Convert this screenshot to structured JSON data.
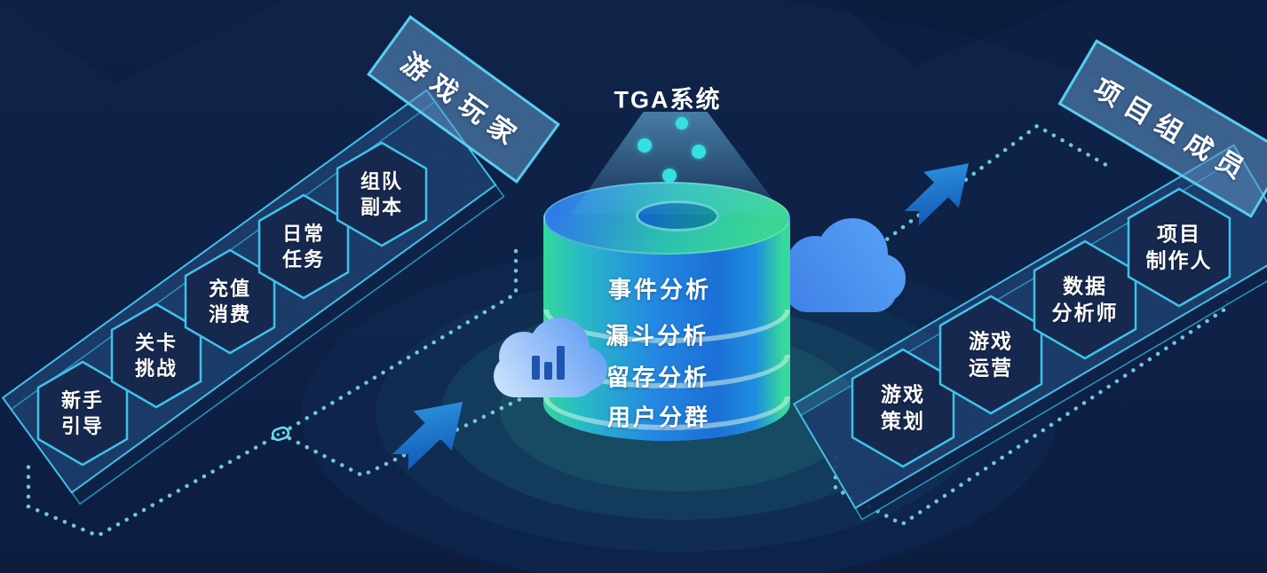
{
  "title": "TGA系统",
  "left_group": {
    "banner": "游戏玩家",
    "items": [
      {
        "label": "新手\n引导"
      },
      {
        "label": "关卡\n挑战"
      },
      {
        "label": "充值\n消费"
      },
      {
        "label": "日常\n任务"
      },
      {
        "label": "组队\n副本"
      }
    ]
  },
  "right_group": {
    "banner": "项目组成员",
    "items": [
      {
        "label": "游戏\n策划"
      },
      {
        "label": "游戏\n运营"
      },
      {
        "label": "数据\n分析师"
      },
      {
        "label": "项目\n制作人"
      }
    ]
  },
  "cylinder": {
    "labels": [
      {
        "text": "事件分析"
      },
      {
        "text": "漏斗分析"
      },
      {
        "text": "留存分析"
      },
      {
        "text": "用户分群"
      }
    ]
  },
  "icons": {
    "left_cloud": "bar-chart-cloud-icon",
    "right_cloud": "cloud-icon",
    "flow_arrow": "up-right-arrow-icon",
    "crossing_glyph": "controller-glyph-icon"
  },
  "colors": {
    "background": "#0E2147",
    "accent_cyan": "#41C4E9",
    "dotted_line": "#7CD8EC",
    "arrow_blue": "#2F9FE8",
    "cylinder_green": "#36D89E",
    "cylinder_blue": "#1F7EE2",
    "cloud_blue": "#4A8CF0",
    "text": "#FFFFFF"
  }
}
